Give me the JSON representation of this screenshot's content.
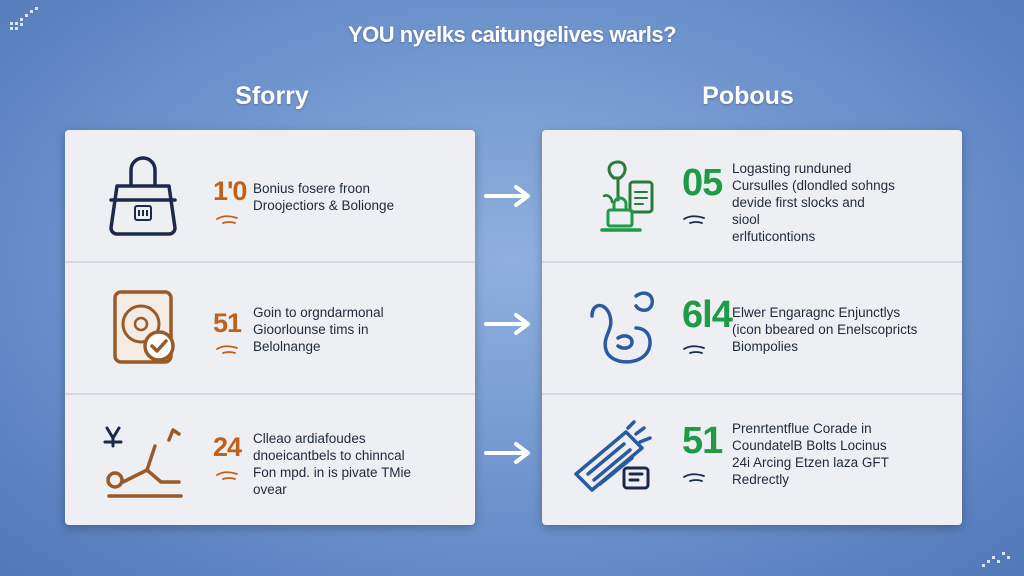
{
  "headline": "YOU nyelks caitungelives warls?",
  "columns": {
    "left": {
      "title": "Sforry",
      "rows": [
        {
          "icon": "shopping-bag-icon",
          "number": "1'0",
          "lines": [
            "Bonius fosere froon",
            "Droojectiors & Bolionge"
          ]
        },
        {
          "icon": "hard-drive-check-icon",
          "number": "51",
          "lines": [
            "Goin to orgndarmonal",
            "Gioorlounse tims in",
            "Belolnange"
          ]
        },
        {
          "icon": "person-relaxing-icon",
          "number": "24",
          "lines": [
            "Clleao ardiafoudes",
            "dnoeicantbels to chinncal",
            "Fon mpd. in is pivate TMie",
            "ovear"
          ]
        }
      ]
    },
    "right": {
      "title": "Pobous",
      "rows": [
        {
          "icon": "plant-document-icon",
          "number": "05",
          "lines": [
            "Logasting runduned",
            "Cursulles (dlondled sohngs",
            "devide first slocks and",
            "siool",
            "erlfuticontions"
          ]
        },
        {
          "icon": "hand-gesture-icon",
          "number": "6l4",
          "lines": [
            "Elwer Engaragnc Enjunctlys",
            "(icon bbeared on Enelscopricts",
            "Biompolies"
          ]
        },
        {
          "icon": "mobile-device-icon",
          "number": "51",
          "lines": [
            "Prenrtentflue Corade in",
            "CoundatelB Bolts Locinus",
            "24i Arcing Etzen laza GFT",
            "Redrectly"
          ]
        }
      ]
    }
  },
  "colors": {
    "accent_orange": "#c0601a",
    "accent_green": "#1f9a47",
    "icon_navy": "#1c2a4a",
    "icon_blue": "#2c5aa0",
    "icon_brown": "#9a5a28"
  }
}
